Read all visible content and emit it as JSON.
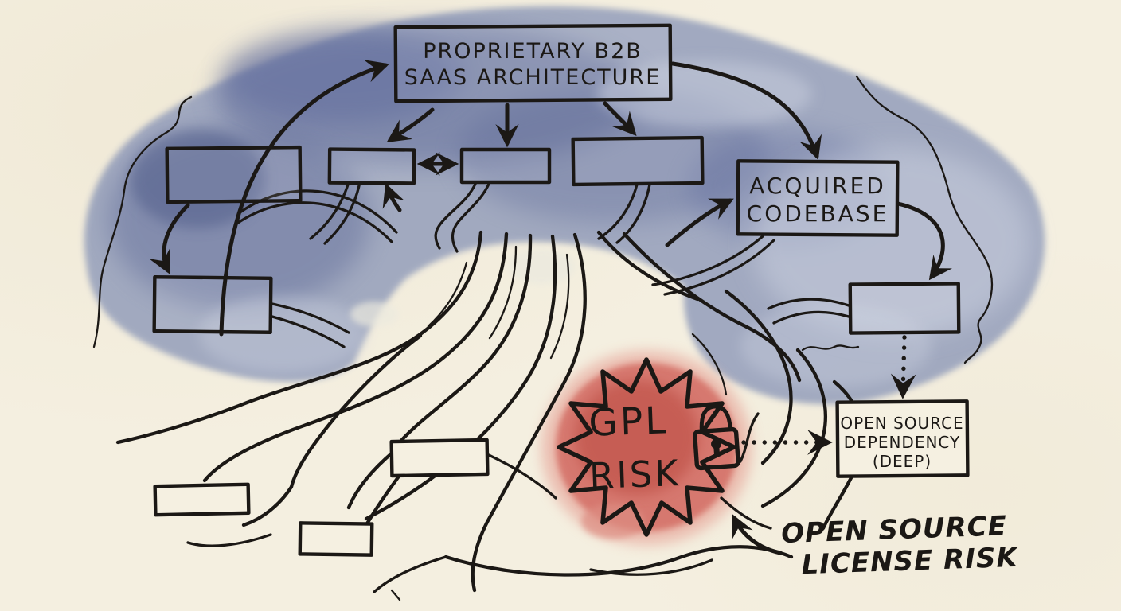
{
  "colors": {
    "paper": "#f4efe0",
    "ink": "#1b1815",
    "canopy_mid": "#96a0bc",
    "canopy_dark": "#5e6b98",
    "canopy_darker": "#4c5886",
    "canopy_light": "#c9cfde",
    "risk_red": "#d2685e",
    "risk_red_dark": "#c1544c",
    "risk_halo": "#e59d92"
  },
  "nodes": {
    "architecture": {
      "label_line1": "PROPRIETARY B2B",
      "label_line2": "SAAS ARCHITECTURE"
    },
    "acquired": {
      "label_line1": "ACQUIRED",
      "label_line2": "CODEBASE"
    },
    "dependency": {
      "label_line1": "OPEN SOURCE",
      "label_line2": "DEPENDENCY",
      "label_line3": "(DEEP)"
    },
    "risk": {
      "label_line1": "GPL",
      "label_line2": "RISK",
      "icon": "lock-icon"
    }
  },
  "annotation": {
    "label_line1": "OPEN SOURCE",
    "label_line2": "LICENSE RISK"
  }
}
